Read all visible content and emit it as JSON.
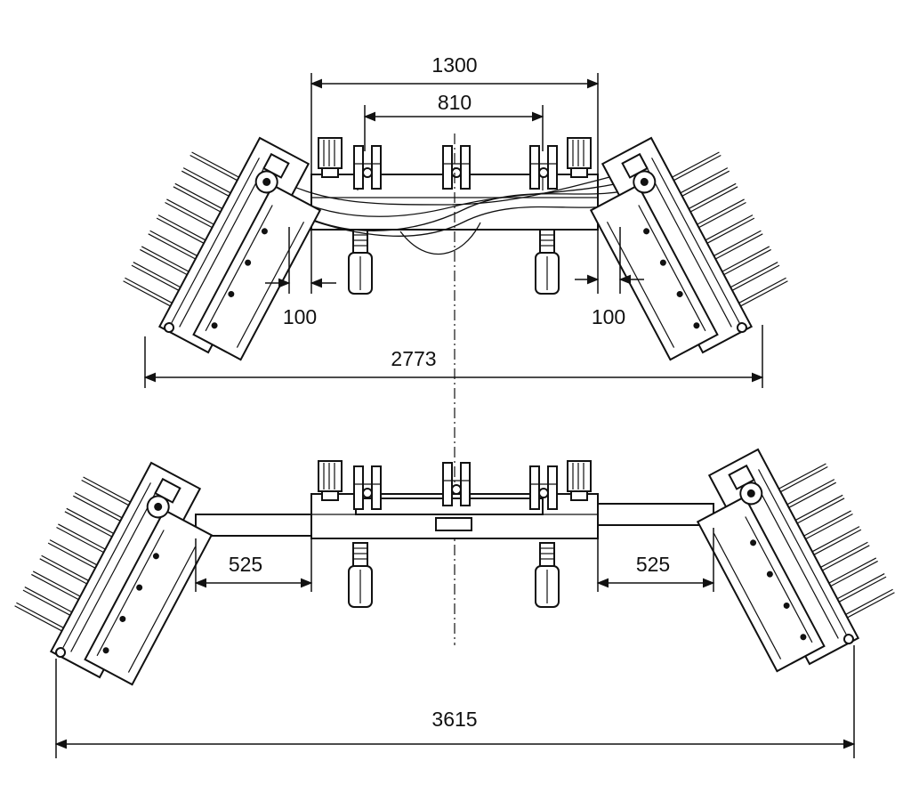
{
  "dimensions": {
    "top_overall_width": "1300",
    "top_inner_width": "810",
    "top_left_offset": "100",
    "top_right_offset": "100",
    "top_total_span": "2773",
    "bottom_left_extension": "525",
    "bottom_right_extension": "525",
    "bottom_total_span": "3615"
  },
  "colors": {
    "ink": "#111111",
    "paper": "#ffffff"
  }
}
